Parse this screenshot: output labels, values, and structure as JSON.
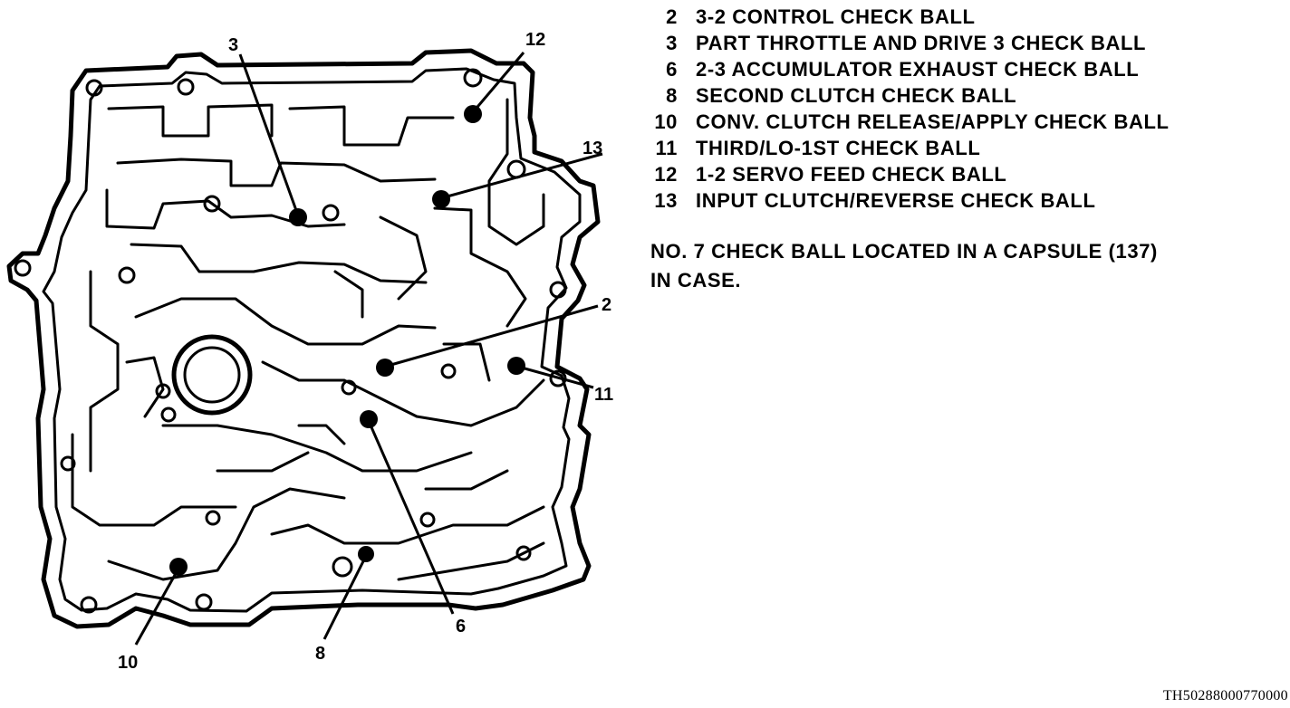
{
  "callouts": [
    {
      "num": "3"
    },
    {
      "num": "12"
    },
    {
      "num": "13"
    },
    {
      "num": "2"
    },
    {
      "num": "11"
    },
    {
      "num": "6"
    },
    {
      "num": "8"
    },
    {
      "num": "10"
    }
  ],
  "legend": [
    {
      "num": "2",
      "text": "3-2 CONTROL CHECK BALL"
    },
    {
      "num": "3",
      "text": "PART THROTTLE AND DRIVE 3 CHECK BALL"
    },
    {
      "num": "6",
      "text": "2-3 ACCUMULATOR EXHAUST CHECK BALL"
    },
    {
      "num": "8",
      "text": "SECOND CLUTCH CHECK BALL"
    },
    {
      "num": "10",
      "text": "CONV. CLUTCH RELEASE/APPLY CHECK BALL"
    },
    {
      "num": "11",
      "text": "THIRD/LO-1ST CHECK BALL"
    },
    {
      "num": "12",
      "text": "1-2 SERVO FEED CHECK BALL"
    },
    {
      "num": "13",
      "text": "INPUT CLUTCH/REVERSE CHECK BALL"
    }
  ],
  "note": {
    "line1": "NO. 7 CHECK BALL LOCATED IN A CAPSULE (137)",
    "line2": "IN CASE."
  },
  "figure_id": "TH50288000770000"
}
